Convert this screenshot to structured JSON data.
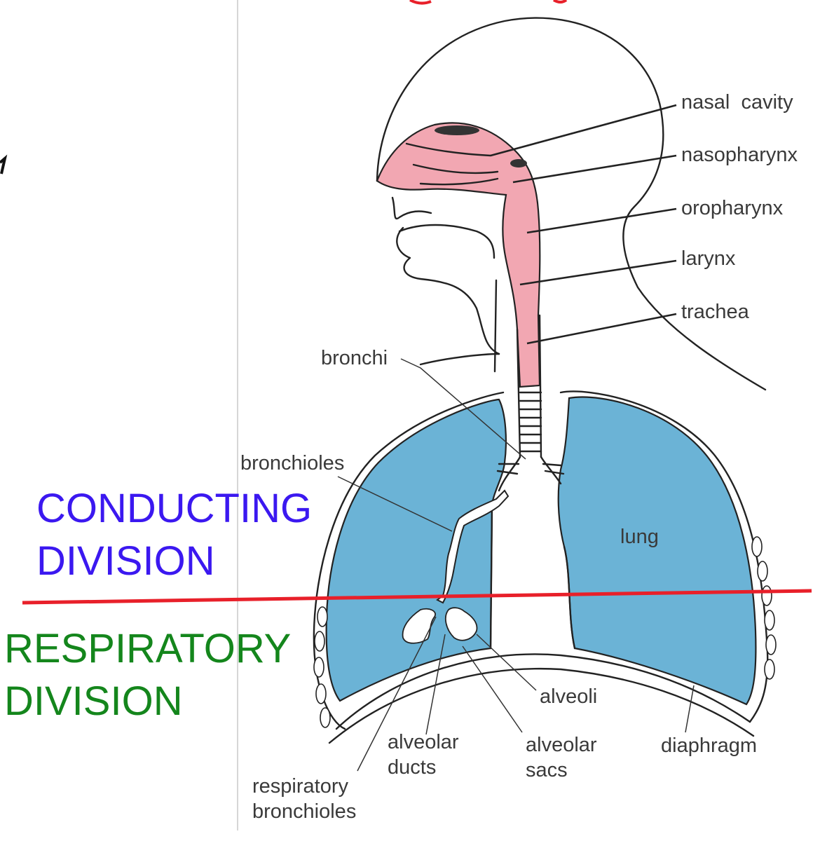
{
  "colors": {
    "airway_pink": "#f2a7b2",
    "lung_blue": "#6bb3d6",
    "conducting": "#3b18f0",
    "respiratory": "#14861c",
    "divider_red": "#e8202a"
  },
  "labels": {
    "nasal_cavity": "nasal  cavity",
    "nasopharynx": "nasopharynx",
    "oropharynx": "oropharynx",
    "larynx": "larynx",
    "trachea": "trachea",
    "bronchi": "bronchi",
    "bronchioles": "bronchioles",
    "lung": "lung",
    "alveoli": "alveoli",
    "alveolar_ducts": [
      "alveolar",
      "ducts"
    ],
    "alveolar_sacs": [
      "alveolar",
      "sacs"
    ],
    "diaphragm": "diaphragm",
    "respiratory_bronchioles": [
      "respiratory",
      "bronchioles"
    ]
  },
  "divisions": {
    "conducting": [
      "CONDUCTING",
      "DIVISION"
    ],
    "respiratory": [
      "RESPIRATORY",
      "DIVISION"
    ]
  }
}
